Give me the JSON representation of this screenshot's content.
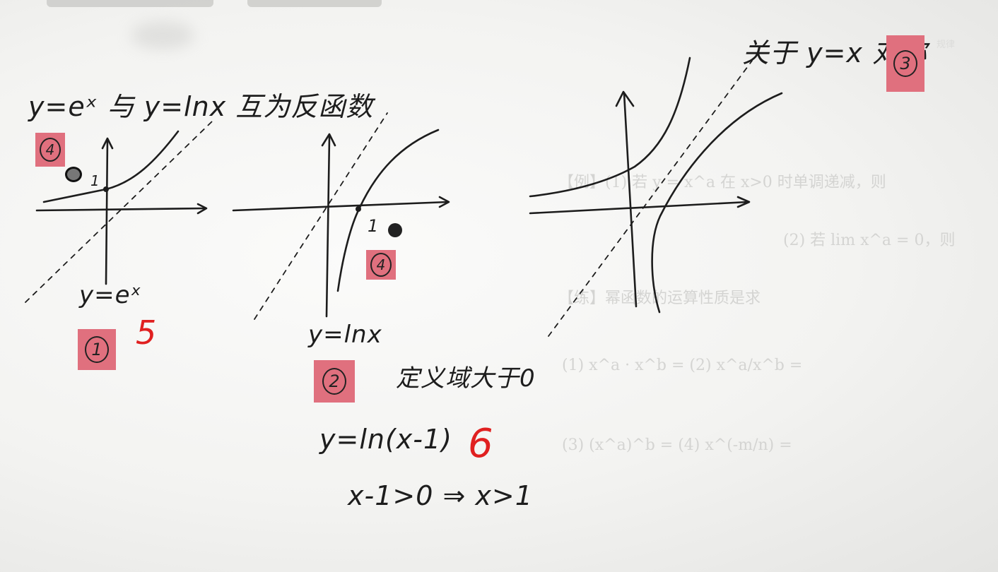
{
  "page": {
    "title_line": "y=eˣ 与 y=lnx 互为反函数",
    "graph1_caption": "y=eˣ",
    "graph1_tick": "1",
    "graph2_caption": "y=lnx",
    "graph2_tick": "1",
    "domain_note": "定义域大于0",
    "example_function": "y=ln(x-1)",
    "condition": "x-1>0 ⇒ x>1",
    "symmetry_note": "关于 y=x 对称"
  },
  "markers": {
    "m1": "1",
    "m2": "2",
    "m3": "3",
    "m4a": "4",
    "m4b": "4"
  },
  "red_numbers": {
    "five": "5",
    "six": "6"
  },
  "colors": {
    "ink": "#1d1d1d",
    "highlight": "#e0707e",
    "red_ink": "#e02020",
    "paper": "#f4f4f2"
  }
}
